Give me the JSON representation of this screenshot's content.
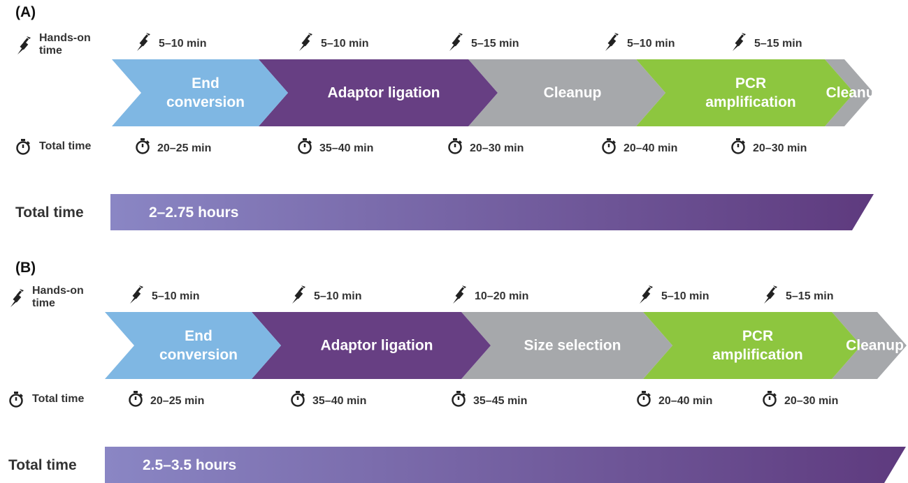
{
  "panels": [
    {
      "id": "A",
      "label": "(A)",
      "hands_on_label": "Hands-on\ntime",
      "total_time_label": "Total time",
      "steps": [
        {
          "name": "End\nconversion",
          "color": "#7fb7e3",
          "hands_on": "5–10 min",
          "total": "20–25 min"
        },
        {
          "name": "Adaptor ligation",
          "color": "#673f83",
          "hands_on": "5–10 min",
          "total": "35–40 min"
        },
        {
          "name": "Cleanup",
          "color": "#a6a8ab",
          "hands_on": "5–15 min",
          "total": "20–30 min"
        },
        {
          "name": "PCR\namplification",
          "color": "#8dc63f",
          "hands_on": "5–10 min",
          "total": "20–40 min"
        },
        {
          "name": "Cleanup",
          "color": "#a6a8ab",
          "hands_on": "5–15 min",
          "total": "20–30 min"
        }
      ],
      "overall_label": "Total time",
      "overall_value": "2–2.75 hours"
    },
    {
      "id": "B",
      "label": "(B)",
      "hands_on_label": "Hands-on\ntime",
      "total_time_label": "Total time",
      "steps": [
        {
          "name": "End\nconversion",
          "color": "#7fb7e3",
          "hands_on": "5–10 min",
          "total": "20–25 min"
        },
        {
          "name": "Adaptor ligation",
          "color": "#673f83",
          "hands_on": "5–10 min",
          "total": "35–40 min"
        },
        {
          "name": "Size selection",
          "color": "#a6a8ab",
          "hands_on": "10–20 min",
          "total": "35–45 min"
        },
        {
          "name": "PCR\namplification",
          "color": "#8dc63f",
          "hands_on": "5–10 min",
          "total": "20–40 min"
        },
        {
          "name": "Cleanup",
          "color": "#a6a8ab",
          "hands_on": "5–15 min",
          "total": "20–30 min"
        }
      ],
      "overall_label": "Total time",
      "overall_value": "2.5–3.5 hours"
    }
  ],
  "icons": {
    "hands_on": "pipette-icon",
    "total": "stopwatch-icon"
  },
  "colors": {
    "bar_start": "#8a86c4",
    "bar_end": "#5e3a7e",
    "text_dark": "#333333"
  }
}
